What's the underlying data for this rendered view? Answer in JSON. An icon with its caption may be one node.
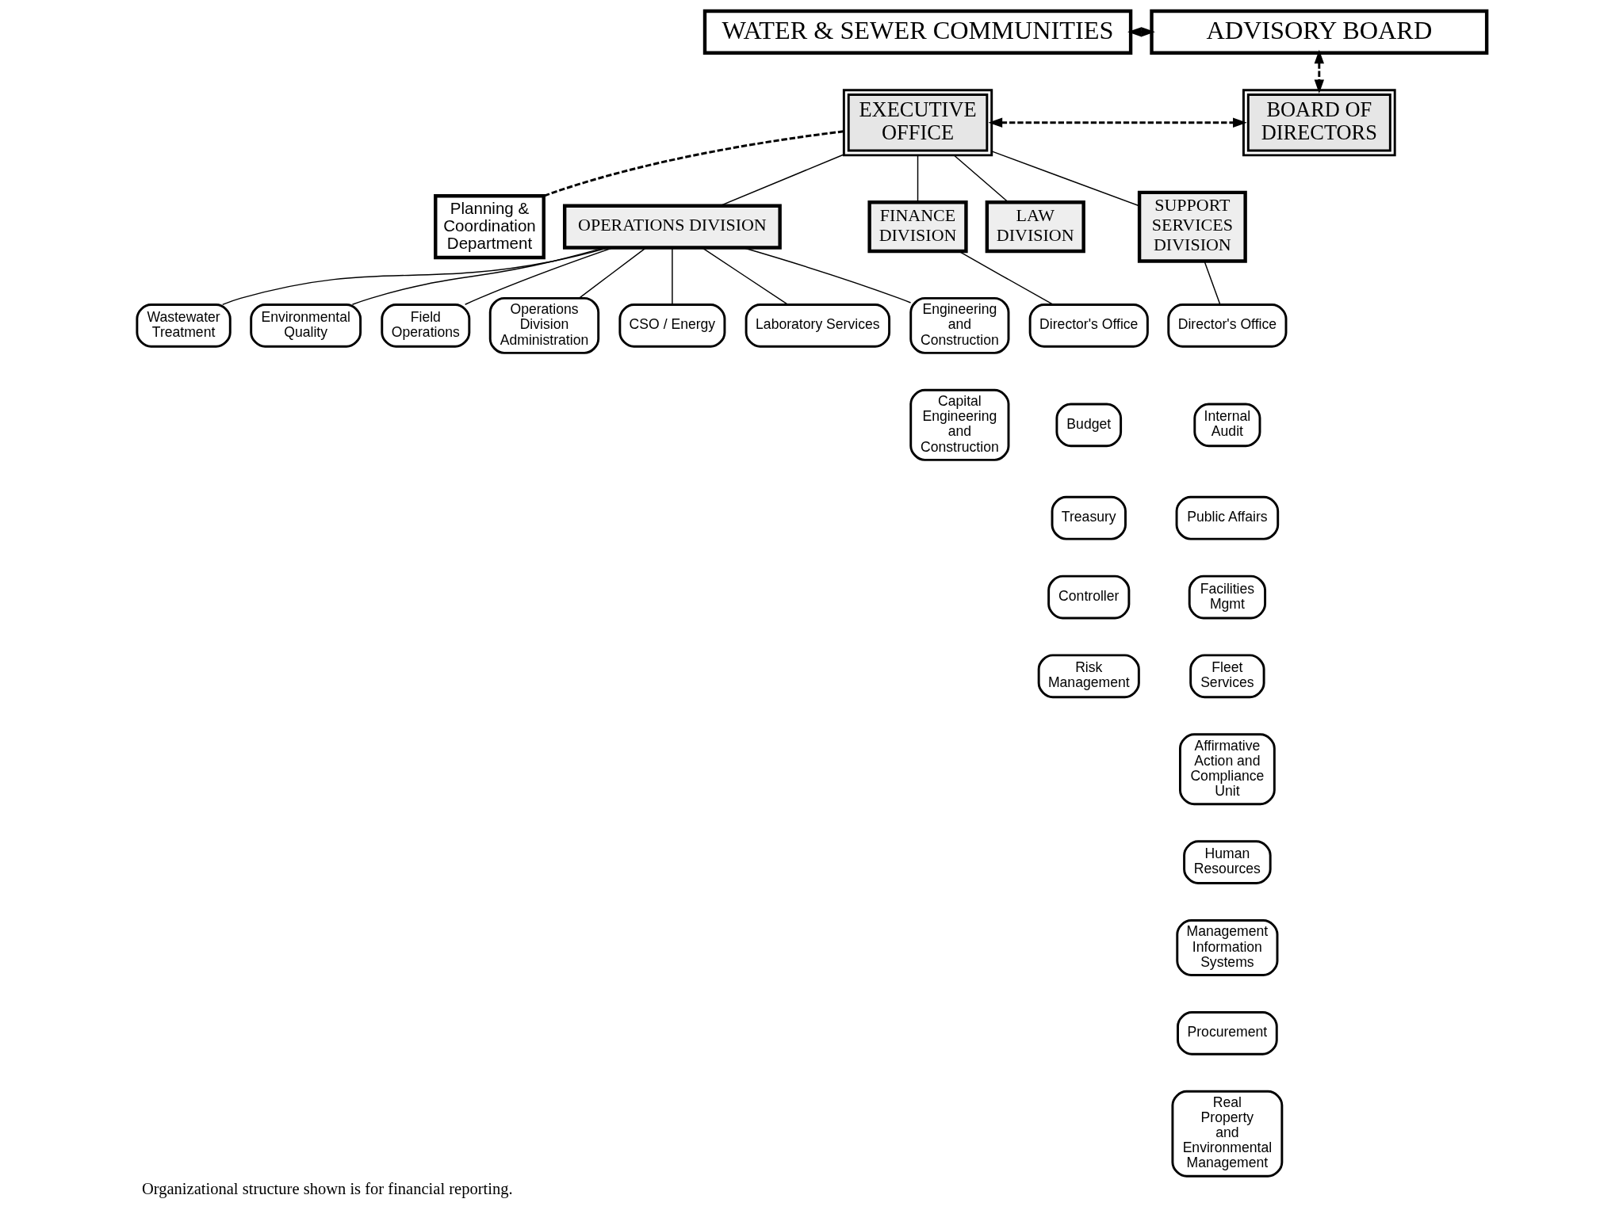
{
  "diagram": {
    "caption": "Organizational structure shown is for financial reporting.",
    "nodes": [
      {
        "text": [
          "WATER & SEWER COMMUNITIES"
        ]
      },
      {
        "text": [
          "ADVISORY BOARD"
        ]
      },
      {
        "text": [
          "EXECUTIVE OFFICE"
        ]
      },
      {
        "text": [
          "BOARD OF DIRECTORS"
        ]
      },
      {
        "text": [
          "Planning & Coordination Department"
        ]
      },
      {
        "text": [
          "OPERATIONS DIVISION"
        ]
      },
      {
        "text": [
          "FINANCE DIVISION"
        ]
      },
      {
        "text": [
          "LAW DIVISION"
        ]
      },
      {
        "text": [
          "SUPPORT SERVICES DIVISION"
        ]
      },
      {
        "text": [
          "Wastewater Treatment"
        ]
      },
      {
        "text": [
          "Environmental Quality"
        ]
      },
      {
        "text": [
          "Field Operations"
        ]
      },
      {
        "text": [
          "Operations Division Administration"
        ]
      },
      {
        "text": [
          "CSO / Energy"
        ]
      },
      {
        "text": [
          "Laboratory Services"
        ]
      },
      {
        "text": [
          "Engineering and Construction"
        ]
      },
      {
        "text": [
          "Capital Engineering and Construction"
        ]
      },
      {
        "text": [
          "Director's Office"
        ]
      },
      {
        "text": [
          "Budget"
        ]
      },
      {
        "text": [
          "Treasury"
        ]
      },
      {
        "text": [
          "Controller"
        ]
      },
      {
        "text": [
          "Risk Management"
        ]
      },
      {
        "text": [
          "Director's Office"
        ]
      },
      {
        "text": [
          "Internal Audit"
        ]
      },
      {
        "text": [
          "Public Affairs"
        ]
      },
      {
        "text": [
          "Facilities Mgmt"
        ]
      },
      {
        "text": [
          "Fleet Services"
        ]
      },
      {
        "text": [
          "Affirmative Action and Compliance Unit"
        ]
      },
      {
        "text": [
          "Human Resources"
        ]
      },
      {
        "text": [
          "Management Information Systems"
        ]
      },
      {
        "text": [
          "Procurement"
        ]
      },
      {
        "text": [
          "Real Property and Environmental Management"
        ]
      }
    ],
    "edges": [
      {
        "from": 0,
        "to": 1,
        "arrow": "both",
        "style": "dashed"
      },
      {
        "from": 1,
        "to": 3,
        "arrow": "both",
        "style": "dashed"
      },
      {
        "from": 2,
        "to": 3,
        "arrow": "both",
        "style": "dashed"
      },
      {
        "from": 2,
        "to": 4,
        "arrow": "none",
        "style": "dashed"
      },
      {
        "from": 2,
        "to": 5,
        "arrow": "none"
      },
      {
        "from": 2,
        "to": 6,
        "arrow": "none"
      },
      {
        "from": 2,
        "to": 7,
        "arrow": "none"
      },
      {
        "from": 2,
        "to": 8,
        "arrow": "none"
      },
      {
        "from": 5,
        "to": 9,
        "arrow": "none"
      },
      {
        "from": 5,
        "to": 10,
        "arrow": "none"
      },
      {
        "from": 5,
        "to": 11,
        "arrow": "none"
      },
      {
        "from": 5,
        "to": 12,
        "arrow": "none"
      },
      {
        "from": 5,
        "to": 13,
        "arrow": "none"
      },
      {
        "from": 5,
        "to": 14,
        "arrow": "none"
      },
      {
        "from": 5,
        "to": 15,
        "arrow": "none"
      },
      {
        "from": 6,
        "to": 17,
        "arrow": "none"
      },
      {
        "from": 8,
        "to": 22,
        "arrow": "none"
      }
    ]
  }
}
